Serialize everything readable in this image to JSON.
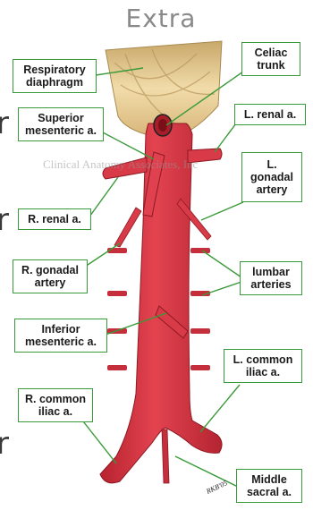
{
  "heading": "Extra",
  "watermark": "Clinical Anatomy Associates, Inc",
  "signature": "RKB'05",
  "side_letters": [
    "r",
    "r",
    "r"
  ],
  "labels": {
    "respiratory_diaphragm": "Respiratory\ndiaphragm",
    "celiac_trunk": "Celiac\ntrunk",
    "superior_mesenteric": "Superior\nmesenteric a.",
    "left_renal": "L. renal a.",
    "left_gonadal": "L.\ngonadal\nartery",
    "right_renal": "R. renal a.",
    "right_gonadal": "R. gonadal\nartery",
    "lumbar_arteries": "lumbar\narteries",
    "inferior_mesenteric": "Inferior\nmesenteric a.",
    "left_common_iliac": "L. common\niliac a.",
    "right_common_iliac": "R. common\niliac a.",
    "middle_sacral": "Middle\nsacral a."
  },
  "colors": {
    "label_border": "#3a9a3a",
    "leader_line": "#3a9a3a",
    "artery": "#d93a47",
    "artery_dark": "#a81e2c",
    "diaphragm": "#e6c98c"
  }
}
